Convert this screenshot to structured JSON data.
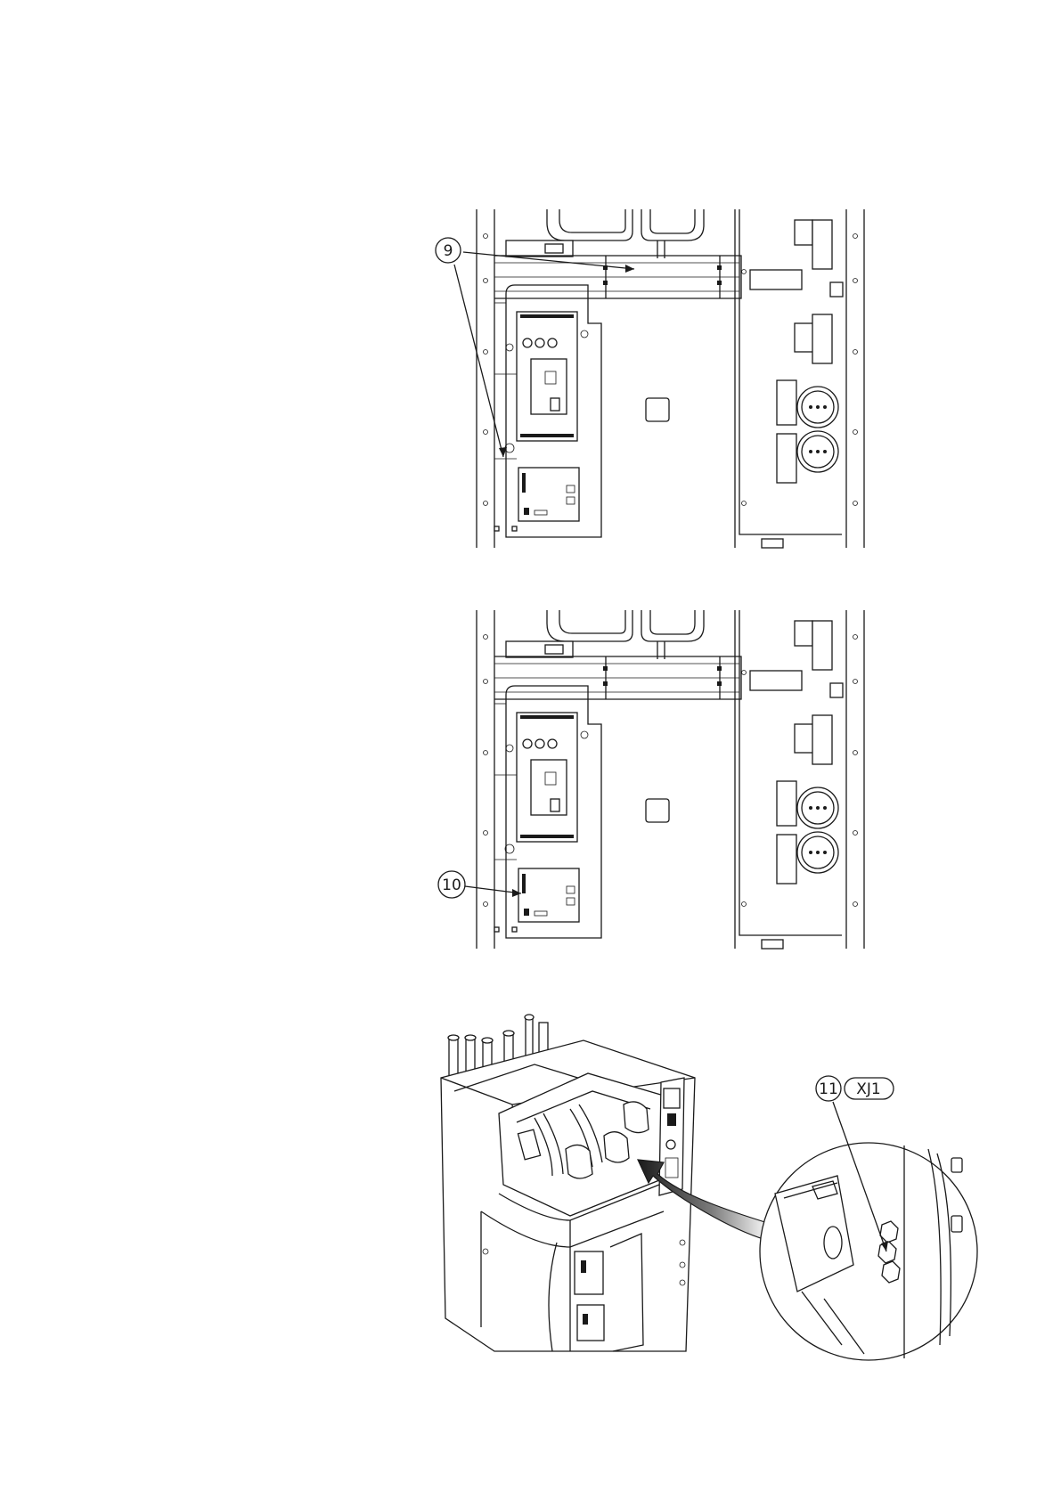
{
  "figure_1": {
    "callout_9": "9"
  },
  "figure_2": {
    "callout_10": "10"
  },
  "figure_3": {
    "callout_11": "11",
    "connector_label": "XJ1"
  }
}
